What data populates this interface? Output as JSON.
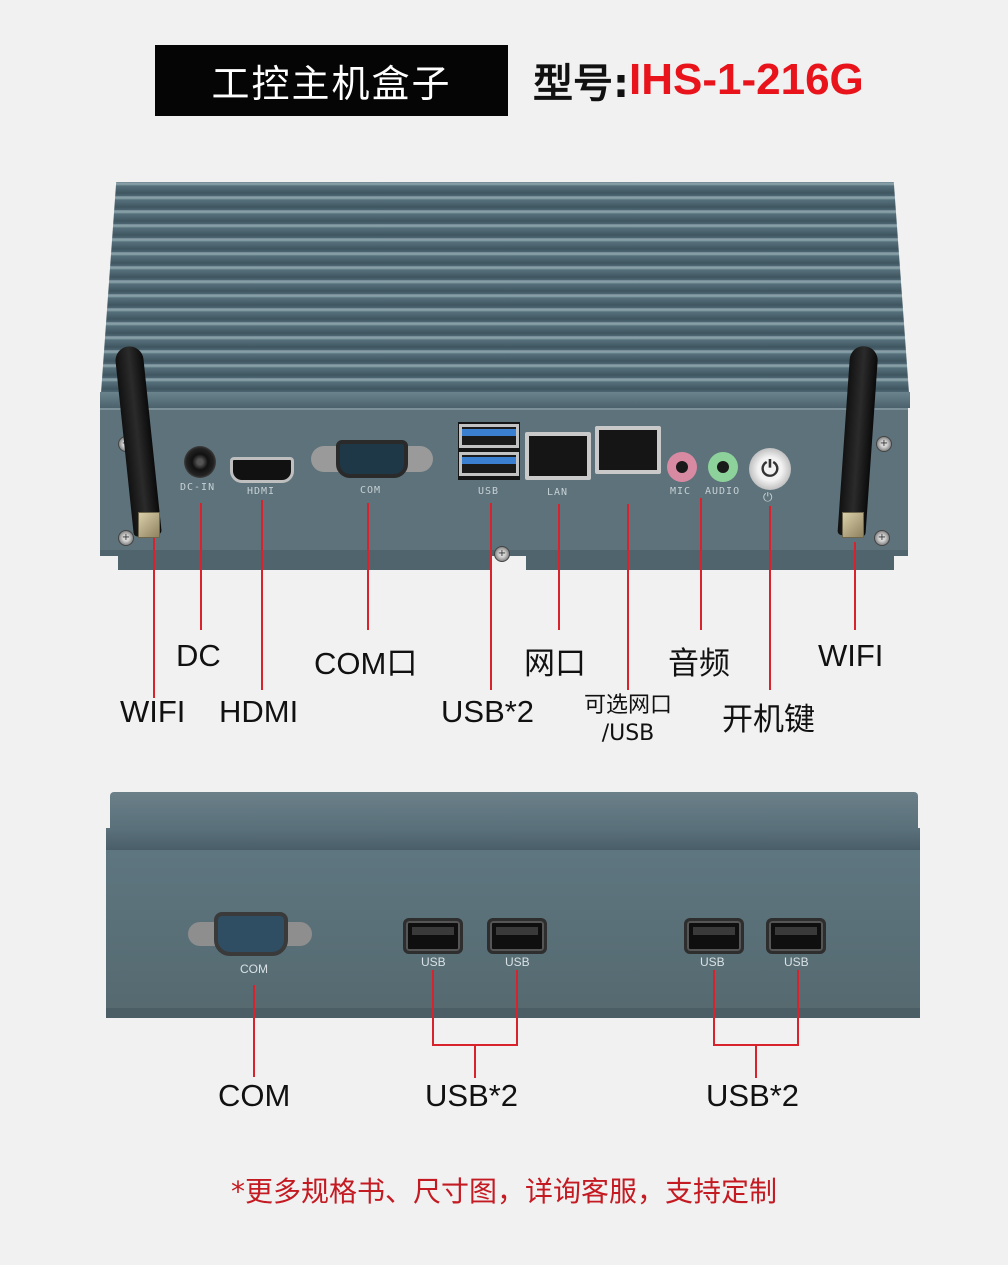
{
  "header": {
    "title": "工控主机盒子",
    "model_label": "型号:",
    "model_value": "IHS-1-216G",
    "model_color": "#e8131b"
  },
  "rear_view": {
    "port_silkscreen": {
      "dc": "DC-IN",
      "hdmi": "HDMI",
      "com": "COM",
      "usb": "USB",
      "lan": "LAN",
      "mic": "MIC",
      "audio": "AUDIO",
      "power_symbol": "⏻"
    },
    "callouts": [
      {
        "id": "wifi-left",
        "label": "WIFI"
      },
      {
        "id": "dc",
        "label": "DC"
      },
      {
        "id": "hdmi",
        "label": "HDMI"
      },
      {
        "id": "com",
        "label": "COM口"
      },
      {
        "id": "usb",
        "label": "USB*2"
      },
      {
        "id": "lan",
        "label": "网口"
      },
      {
        "id": "optional",
        "label_line1": "可选网口",
        "label_line2": "/USB"
      },
      {
        "id": "audio",
        "label": "音频"
      },
      {
        "id": "power",
        "label": "开机键"
      },
      {
        "id": "wifi-right",
        "label": "WIFI"
      }
    ]
  },
  "front_view": {
    "port_silkscreen": {
      "com": "COM",
      "usb": "USB"
    },
    "callouts": [
      {
        "id": "com",
        "label": "COM"
      },
      {
        "id": "usb-group-1",
        "label": "USB*2"
      },
      {
        "id": "usb-group-2",
        "label": "USB*2"
      }
    ]
  },
  "footer": {
    "note": "*更多规格书、尺寸图，详询客服，支持定制",
    "note_color": "#c41a22"
  },
  "colors": {
    "leader_line": "#d9232c",
    "chassis": "#5d727b",
    "background": "#f1f1f1"
  }
}
